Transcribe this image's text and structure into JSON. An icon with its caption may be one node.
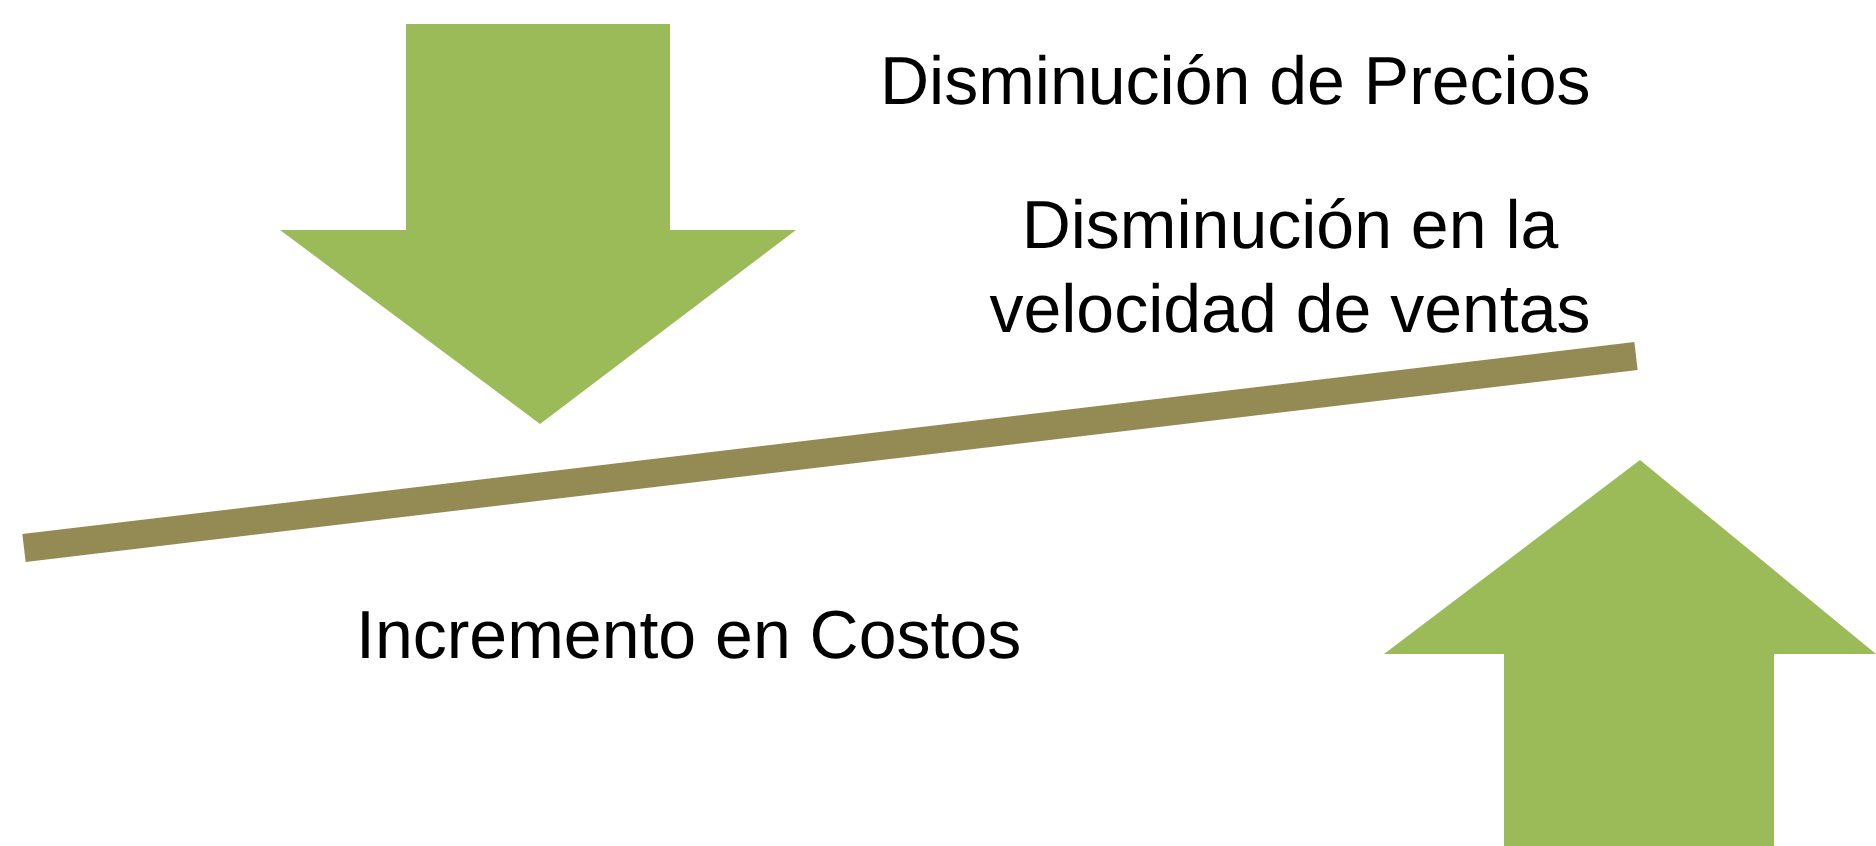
{
  "diagram": {
    "labels": [
      "Disminución de Precios",
      "Disminución en la velocidad de ventas",
      "Incremento en Costos"
    ]
  }
}
